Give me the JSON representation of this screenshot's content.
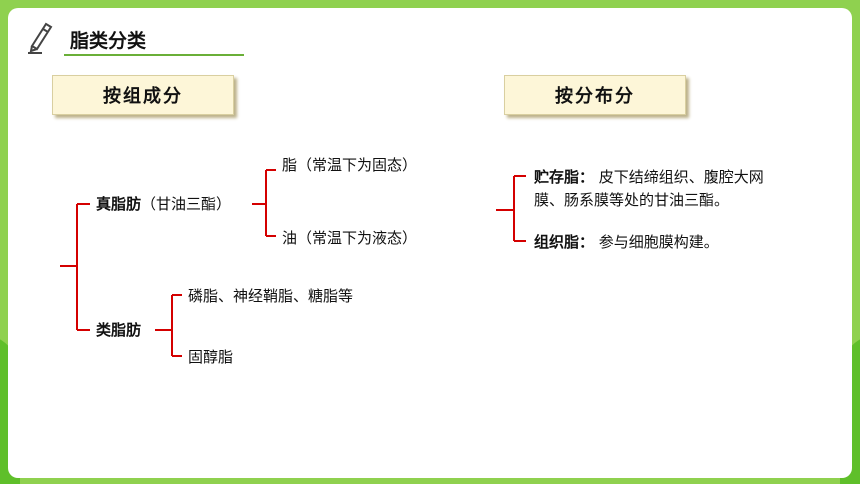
{
  "header": {
    "title": "脂类分类"
  },
  "tags": {
    "by_composition": "按组成分",
    "by_distribution": "按分布分"
  },
  "composition": {
    "true_fat": {
      "label": "真脂肪",
      "note": "（甘油三酯）"
    },
    "fat": "脂（常温下为固态）",
    "oil": "油（常温下为液态）",
    "lipoid": {
      "label": "类脂肪"
    },
    "lipoid_item_1": "磷脂、神经鞘脂、糖脂等",
    "lipoid_item_2": "固醇脂"
  },
  "distribution": {
    "storage_fat": {
      "label": "贮存脂：",
      "desc_line_1": "皮下结缔组织、腹腔大网",
      "desc_line_2": "膜、肠系膜等处的甘油三酯。"
    },
    "tissue_fat": {
      "label": "组织脂：",
      "desc": "参与细胞膜构建。"
    }
  },
  "colors": {
    "bracket": "#d40000",
    "accent_line": "#6aaf38",
    "background": "#8fd14f"
  },
  "icons": {
    "title_icon": "pencil-icon"
  }
}
